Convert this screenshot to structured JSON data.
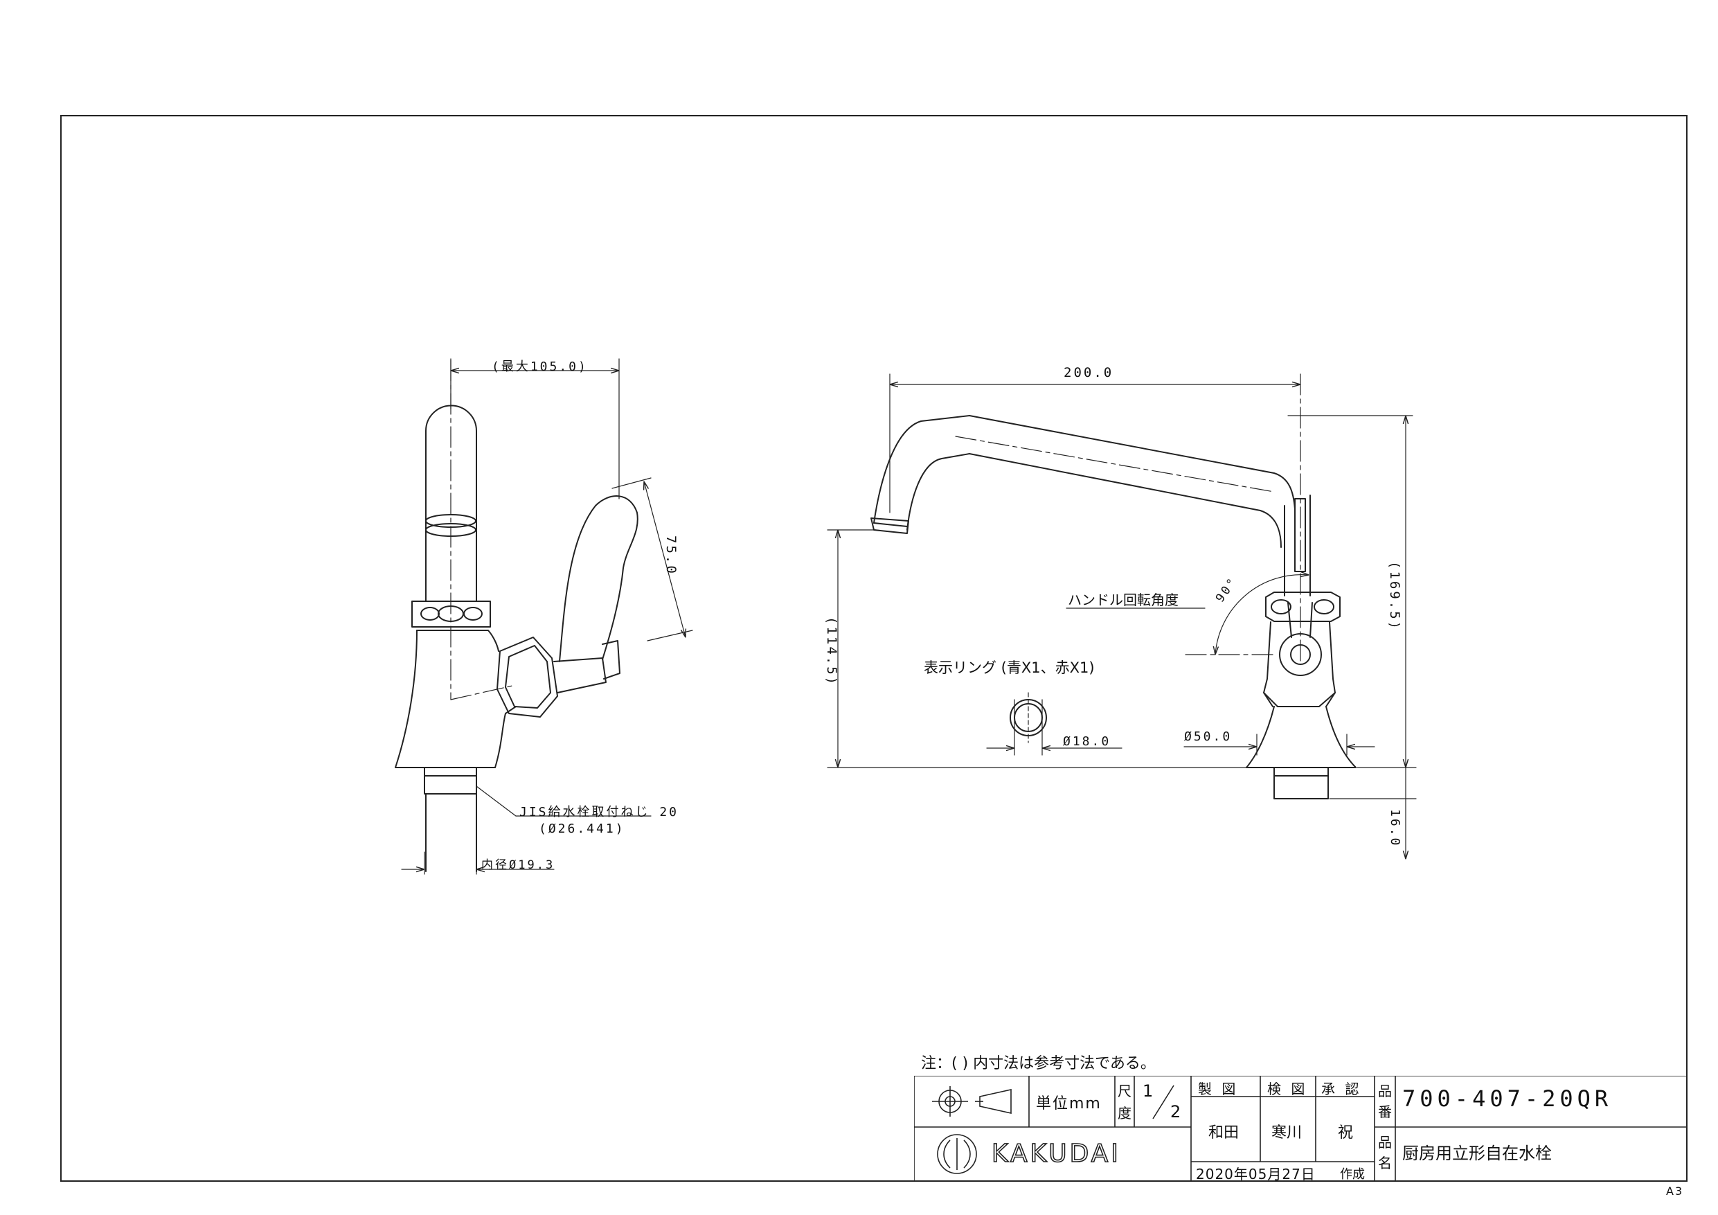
{
  "drawing": {
    "sheet_size": "A3",
    "side_view": {
      "max_width_label": "(最大105.0)",
      "handle_length_label": "75.0",
      "thread_label": "JIS給水栓取付ねじ 20",
      "thread_dia_label": "(Ø26.441)",
      "inner_dia_label": "内径Ø19.3"
    },
    "front_view": {
      "spout_length_label": "200.0",
      "total_height_label": "(169.5)",
      "spout_height_label": "(114.5)",
      "handle_angle_label": "ハンドル回転角度",
      "angle_value": "90°",
      "ring_label": "表示リング (青X1、赤X1)",
      "ring_dia_label": "Ø18.0",
      "base_dia_label": "Ø50.0",
      "shank_length_label": "16.0"
    },
    "note": "注：( ) 内寸法は参考寸法である。"
  },
  "title_block": {
    "unit_label": "単位mm",
    "scale_label_top": "尺",
    "scale_label_bottom": "度",
    "scale_numerator": "1",
    "scale_denominator": "2",
    "drawn_header": "製 図",
    "checked_header": "検 図",
    "approved_header": "承 認",
    "drawn_by": "和田",
    "checked_by": "寒川",
    "approved_by": "祝",
    "part_no_label_top": "品",
    "part_no_label_bottom": "番",
    "part_no": "700-407-20QR",
    "part_name_label_top": "品",
    "part_name_label_bottom": "名",
    "part_name": "厨房用立形自在水栓",
    "company": "KAKUDAI",
    "date": "2020年05月27日",
    "created_label": "作成"
  }
}
